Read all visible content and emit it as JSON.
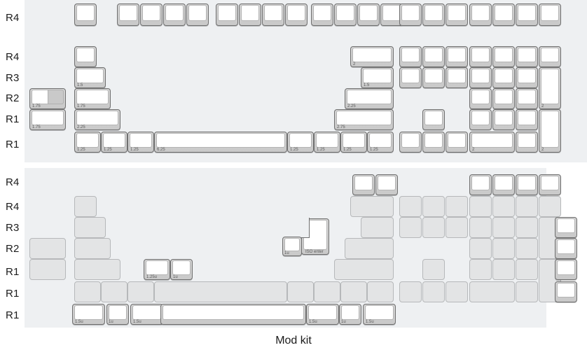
{
  "caption": "Mod kit",
  "colors": {
    "panel_bg": "#eef0f2",
    "key_white": "#ffffff",
    "key_grey": "#e3e4e5",
    "key_skirt": "#d0d0d0",
    "key_border": "#6f6f6f",
    "text": "#1b1b1b"
  },
  "row_labels_top": [
    "R4",
    "R4",
    "R3",
    "R2",
    "R1",
    "R1"
  ],
  "row_labels_bottom": [
    "R4",
    "R4",
    "R3",
    "R2",
    "R1",
    "R1",
    "R1"
  ],
  "sections": {
    "top": {
      "name": "base-kit",
      "state": "included"
    },
    "bottom": {
      "name": "mod-kit",
      "state": "mixed"
    }
  },
  "size_labels": {
    "u1": "1",
    "u125": "1.25",
    "u15": "1.5",
    "u175": "1.75",
    "u2": "2",
    "u225": "2.25",
    "u275": "2.75",
    "u625": "6.25",
    "mod_1u": "1u",
    "mod_125u": "1.25u",
    "mod_15u": "1.5u",
    "iso_enter": "ISO enter"
  },
  "top_section": {
    "fn_row": {
      "keys": [
        "1",
        "1",
        "1",
        "1",
        "1",
        "1",
        "1",
        "1",
        "1",
        "1",
        "1",
        "1",
        "1",
        "1",
        "1",
        "1",
        "1"
      ]
    },
    "alpha_rows": [
      {
        "row": "R4",
        "left": [
          "1"
        ],
        "right": [
          "2"
        ]
      },
      {
        "row": "R3",
        "left": [
          "1.5"
        ],
        "right": [
          "1.5"
        ]
      },
      {
        "row": "R2",
        "left": [
          "1.75"
        ],
        "right": [
          "2.25"
        ]
      },
      {
        "row": "R1",
        "left": [
          "2.25"
        ],
        "right": [
          "2.75"
        ]
      },
      {
        "row": "R1",
        "left": [
          "1.25",
          "1.25",
          "1.25",
          "6.25",
          "1.25",
          "1.25",
          "1.25",
          "1.25"
        ]
      }
    ],
    "left_extras": [
      {
        "row": "R2",
        "size": "1.75",
        "stepped": true
      },
      {
        "row": "R1",
        "size": "1.75",
        "stepped": false
      }
    ],
    "nav_cluster": {
      "cols": 3,
      "rows": 2
    },
    "arrow_cluster": {
      "shape": "tee"
    },
    "numpad": {
      "cols": 4,
      "rows": 5,
      "tall_keys": [
        "2",
        "2"
      ],
      "wide_key": "2"
    }
  },
  "bottom_section": {
    "mod_keys": [
      {
        "label": "1.25u",
        "row": "R1"
      },
      {
        "label": "1u",
        "row": "R1"
      },
      {
        "label": "1u",
        "row": "R2"
      },
      {
        "label": "ISO enter",
        "row": "R2"
      },
      {
        "label": "1.5u",
        "row": "R1"
      },
      {
        "label": "1u",
        "row": "R1"
      },
      {
        "label": "1.5u",
        "row": "R1"
      },
      {
        "label": "",
        "row": "R1"
      },
      {
        "label": "1.5u",
        "row": "R1"
      },
      {
        "label": "1u",
        "row": "R1"
      },
      {
        "label": "1.5u",
        "row": "R1"
      }
    ],
    "white_top_pair": 2,
    "white_numpad_top_row": 4,
    "white_right_column": 4
  }
}
